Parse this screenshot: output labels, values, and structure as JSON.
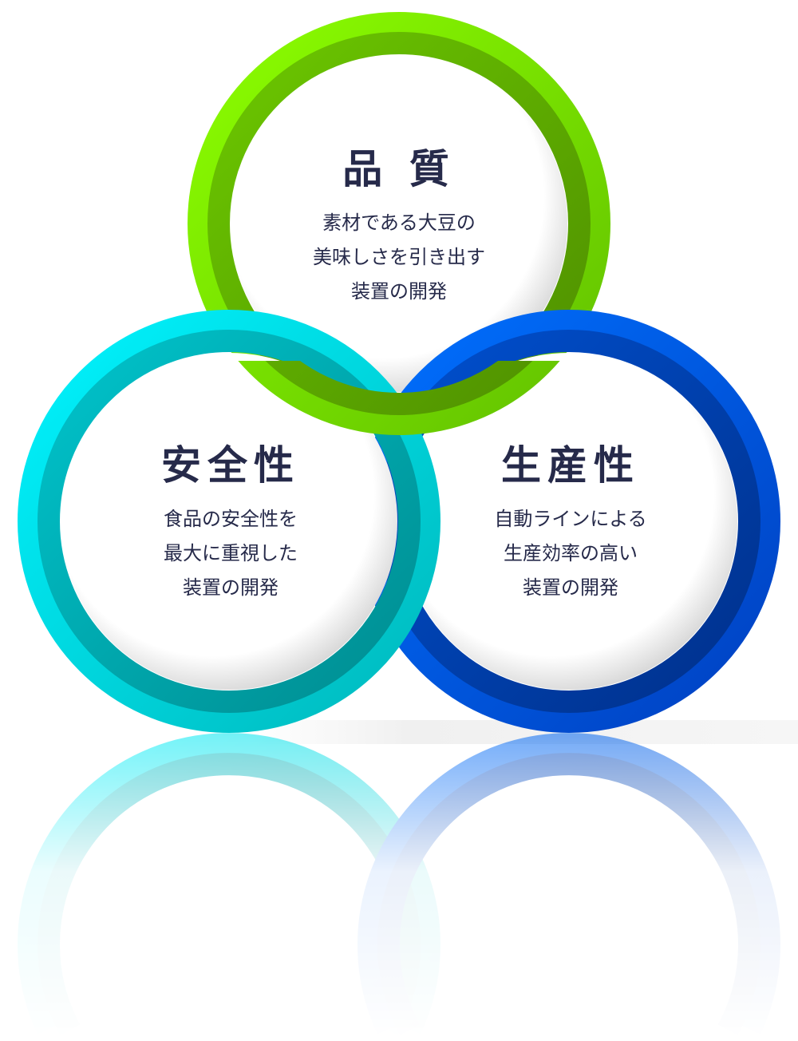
{
  "circles": [
    {
      "title": "品 質",
      "lines": [
        "素材である大豆の",
        "美味しさを引き出す",
        "装置の開発"
      ],
      "color_light": "#86f000",
      "color_dark": "#5a9e00"
    },
    {
      "title": "安全性",
      "lines": [
        "食品の安全性を",
        "最大に重視した",
        "装置の開発"
      ],
      "color_light": "#00e8f0",
      "color_dark": "#009aa0"
    },
    {
      "title": "生産性",
      "lines": [
        "自動ラインによる",
        "生産効率の高い",
        "装置の開発"
      ],
      "color_light": "#0066ff",
      "color_dark": "#003a9a"
    }
  ]
}
